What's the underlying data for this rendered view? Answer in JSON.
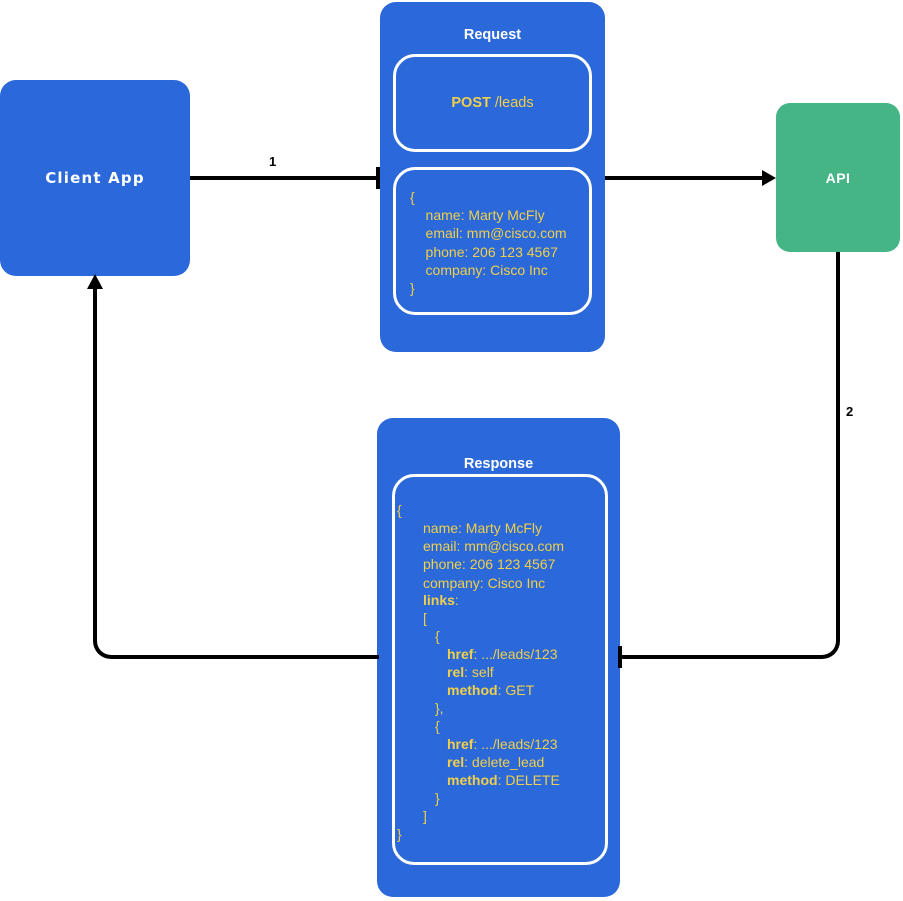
{
  "diagram": {
    "title": "REST API request/response with HATEOAS links",
    "background": "#ffffff",
    "colors": {
      "node_blue": "#2b68d9",
      "node_green": "#45b585",
      "code_yellow": "#f0d04a",
      "connector": "#000000",
      "panel_border": "#ffffff"
    }
  },
  "nodes": {
    "client": {
      "label": "Client  App"
    },
    "api": {
      "label": "API"
    },
    "request": {
      "title": "Request",
      "method_bold": "POST",
      "method_path": " /leads",
      "body_lines": [
        "{",
        "    name: Marty McFly",
        "    email: mm@cisco.com",
        "    phone: 206 123 4567",
        "    company: Cisco Inc",
        "}"
      ]
    },
    "response": {
      "title": "Response",
      "open_brace": "{",
      "close_brace": "}",
      "fields": [
        "name: Marty McFly",
        "email: mm@cisco.com",
        "phone: 206 123 4567",
        "company: Cisco Inc"
      ],
      "links_key": "links",
      "links_colon": ":",
      "bracket_open": "[",
      "bracket_close": "]",
      "link_entries": [
        {
          "brace_open": "{",
          "href_key": "href",
          "href_value": ": .../leads/123",
          "rel_key": "rel",
          "rel_value": ": self",
          "method_key": "method",
          "method_value": ": GET",
          "brace_close": "},"
        },
        {
          "brace_open": "{",
          "href_key": "href",
          "href_value": ": .../leads/123",
          "rel_key": "rel",
          "rel_value": ": delete_lead",
          "method_key": "method",
          "method_value": ": DELETE",
          "brace_close": "}"
        }
      ]
    }
  },
  "connectors": {
    "step1": {
      "label": "1"
    },
    "step2": {
      "label": "2"
    }
  }
}
